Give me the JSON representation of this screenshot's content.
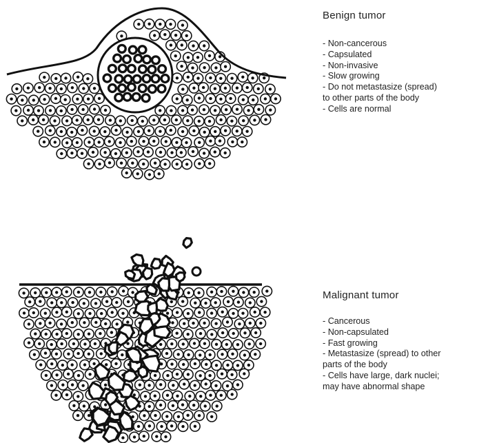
{
  "benign": {
    "title": "Benign tumor",
    "items": [
      "- Non-cancerous",
      "- Capsulated",
      "- Non-invasive",
      "- Slow growing",
      "- Do not metastasize (spread)",
      "to other parts of the body",
      "- Cells are normal"
    ]
  },
  "malignant": {
    "title": "Malignant tumor",
    "items": [
      "- Cancerous",
      "- Non-capsulated",
      "- Fast growing",
      "- Metastasize (spread) to other",
      "parts of the body",
      "- Cells have large, dark nuclei;",
      "may have abnormal shape"
    ]
  }
}
